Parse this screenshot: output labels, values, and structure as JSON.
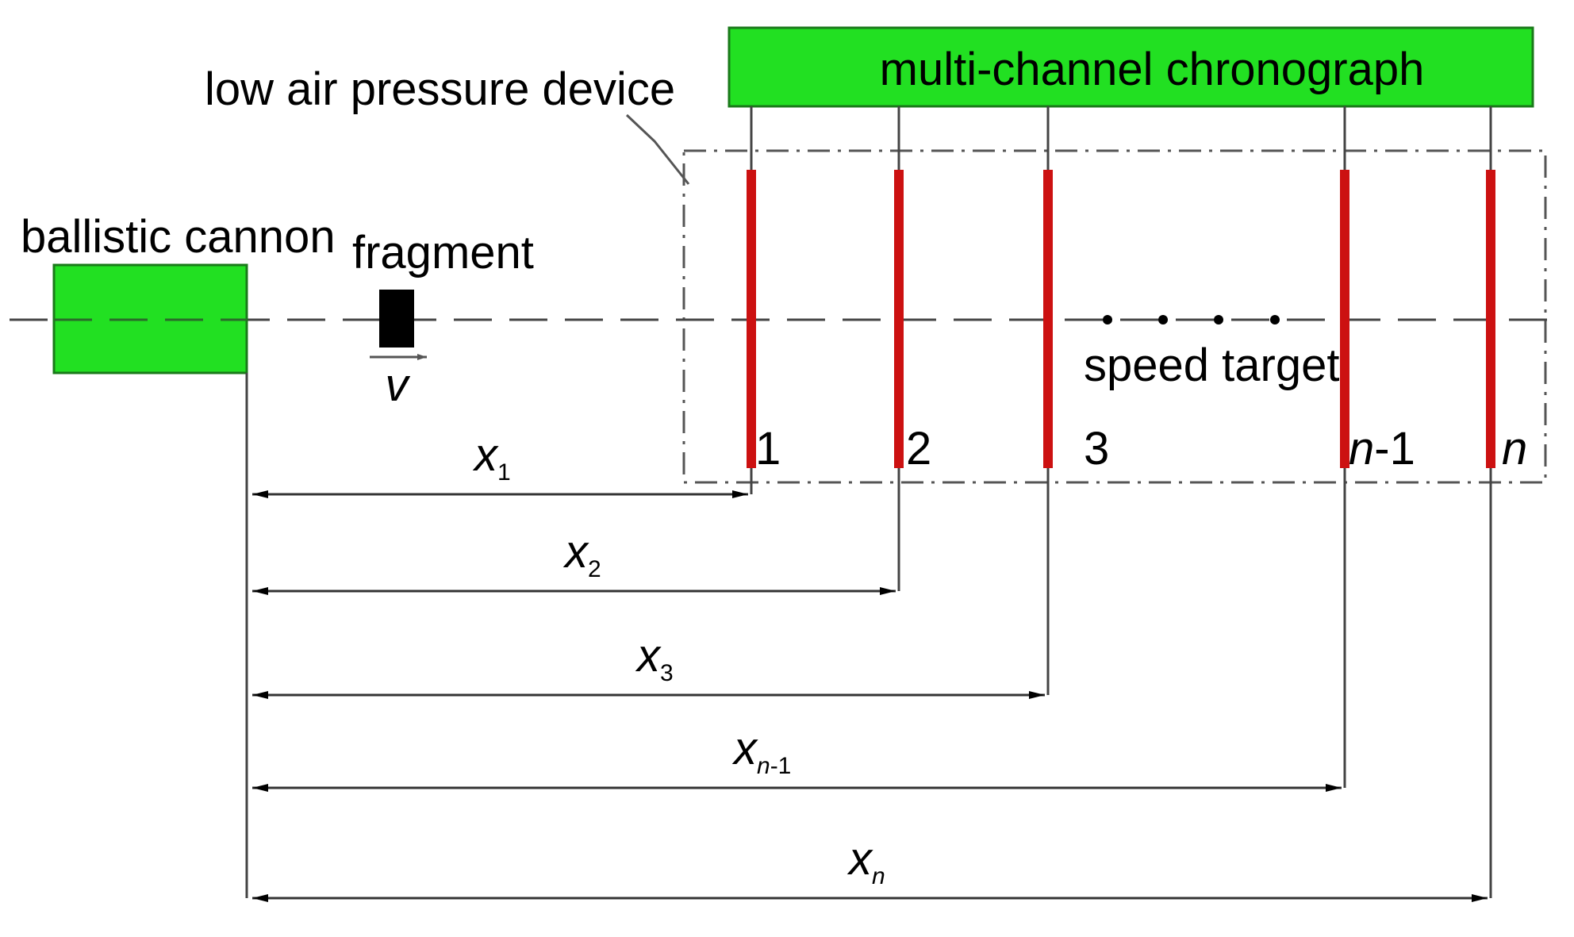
{
  "labels": {
    "chronograph": "multi-channel chronograph",
    "low_pressure": "low air pressure device",
    "cannon": "ballistic cannon",
    "fragment": "fragment",
    "velocity": "v",
    "speed_target": "speed target"
  },
  "targets": [
    {
      "label": "1",
      "italic_part": "",
      "normal_part": "1"
    },
    {
      "label": "2",
      "italic_part": "",
      "normal_part": "2"
    },
    {
      "label": "3",
      "italic_part": "",
      "normal_part": "3"
    },
    {
      "label": "n-1",
      "italic_part": "n",
      "normal_part": "-1"
    },
    {
      "label": "n",
      "italic_part": "n",
      "normal_part": ""
    }
  ],
  "distances": [
    {
      "base": "x",
      "sub_italic": "",
      "sub_normal": "1"
    },
    {
      "base": "x",
      "sub_italic": "",
      "sub_normal": "2"
    },
    {
      "base": "x",
      "sub_italic": "",
      "sub_normal": "3"
    },
    {
      "base": "x",
      "sub_italic": "n",
      "sub_normal": "-1"
    },
    {
      "base": "x",
      "sub_italic": "n",
      "sub_normal": ""
    }
  ],
  "colors": {
    "box_fill": "#22e022",
    "box_stroke": "#1a7a1a",
    "target": "#cc1111",
    "line": "#444444",
    "fragment": "#000000"
  }
}
